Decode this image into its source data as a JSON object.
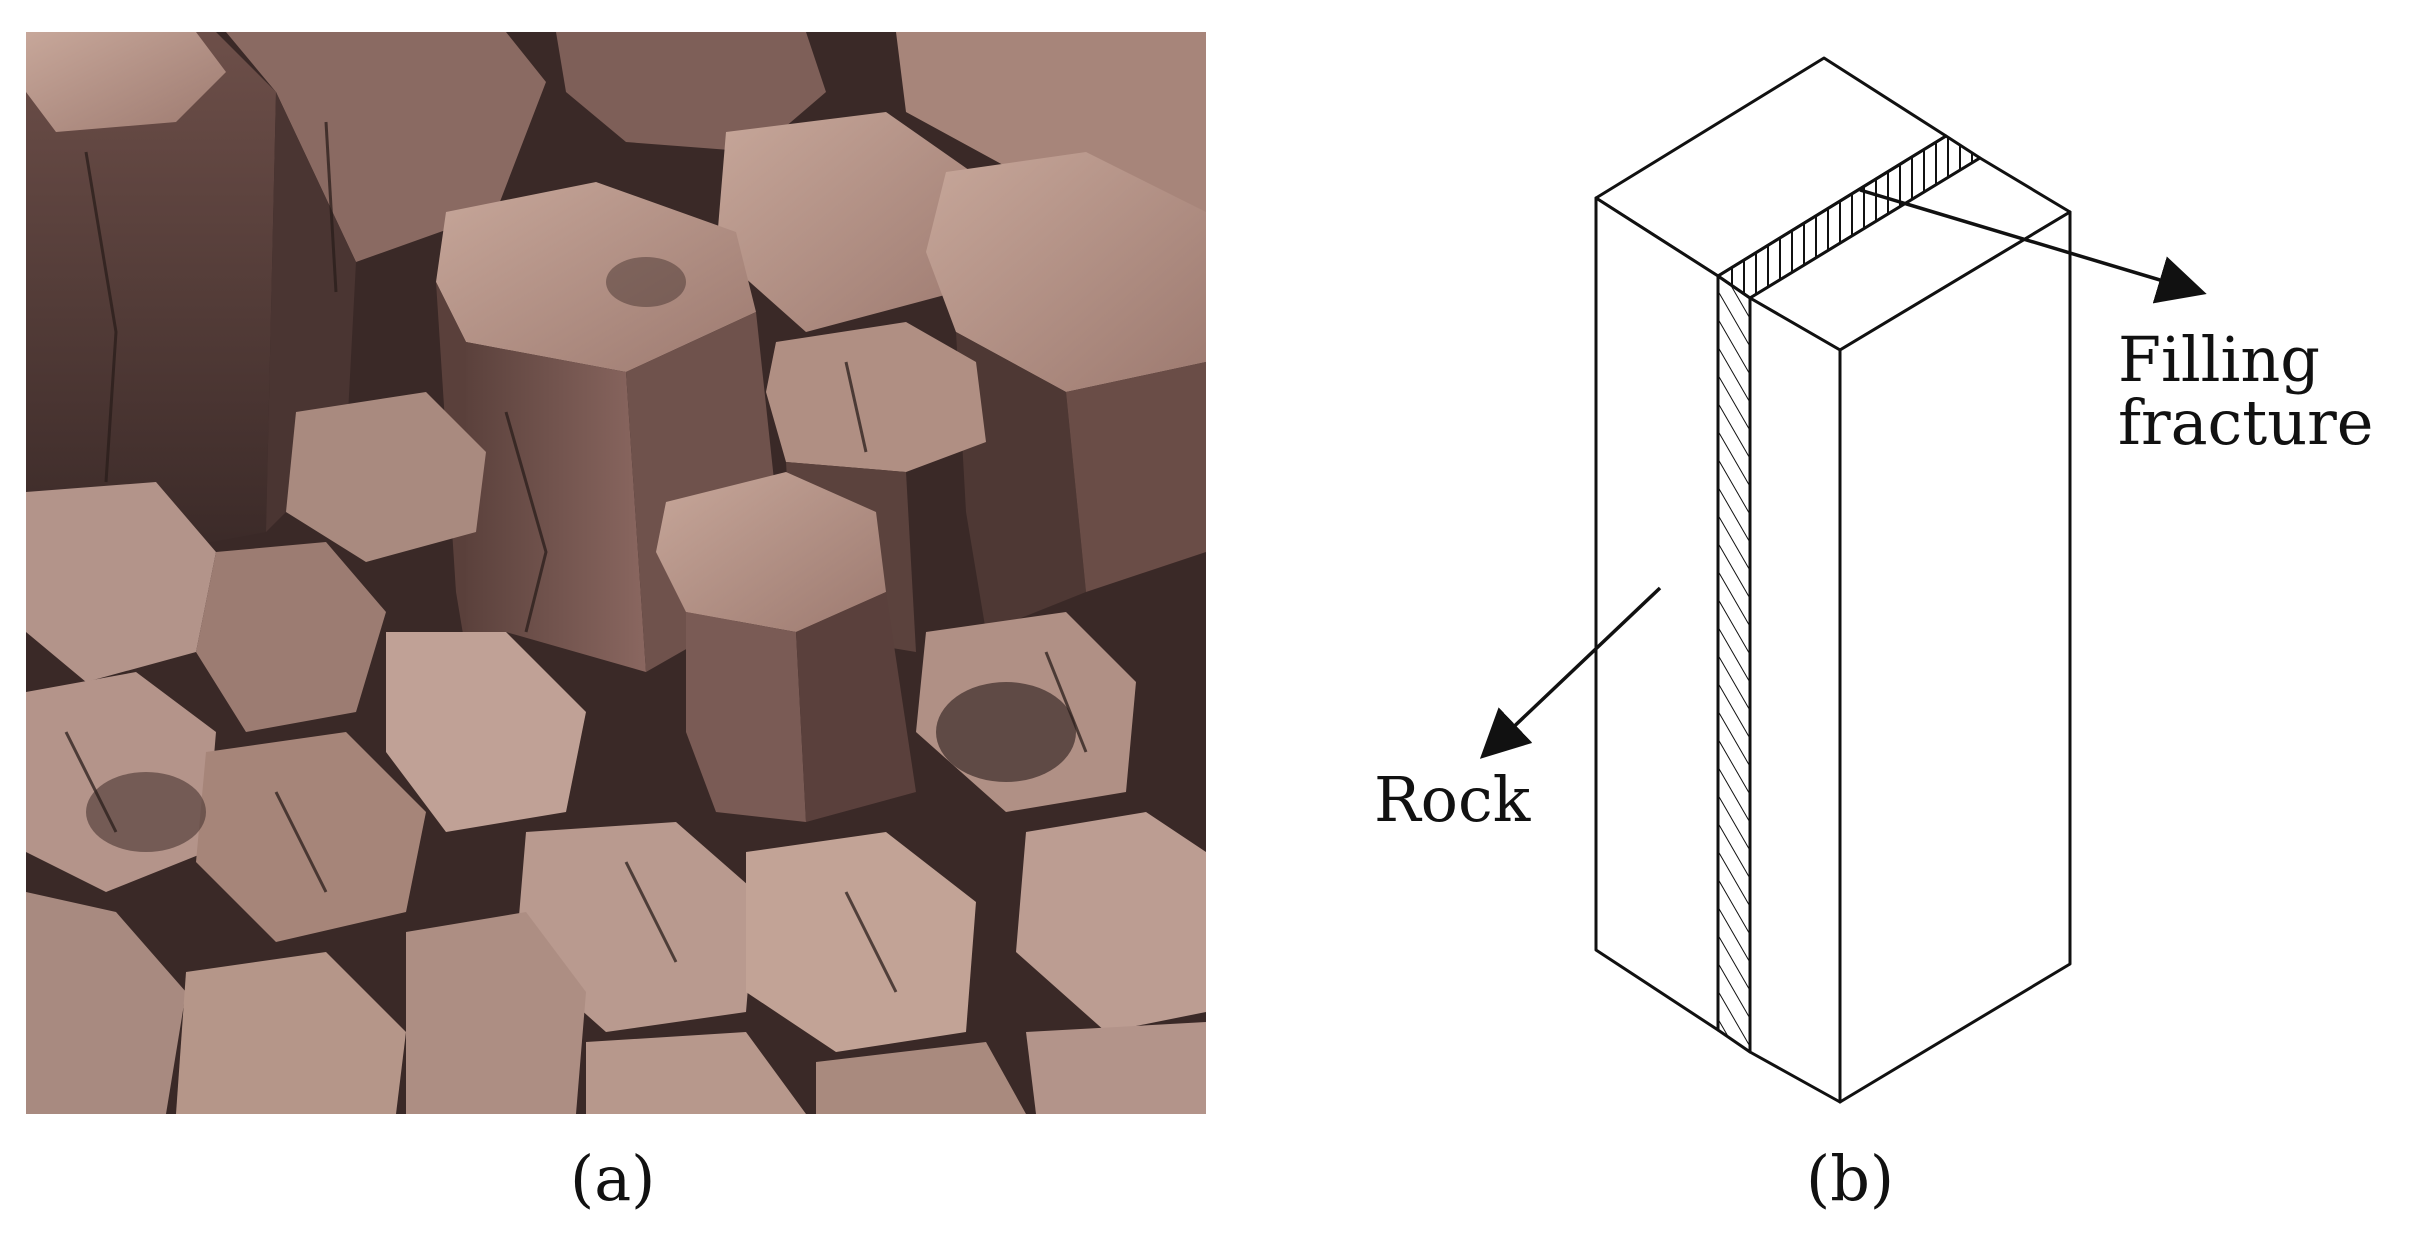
{
  "figure": {
    "panel_a": {
      "caption": "(a)",
      "palette": {
        "column_light": "#b9988c",
        "column_mid": "#8f6c63",
        "column_dark": "#3e2c2a",
        "crack": "#2a1d1b"
      }
    },
    "panel_b": {
      "caption": "(b)",
      "labels": {
        "filling_line1": "Filling",
        "filling_line2": "fracture",
        "rock": "Rock"
      },
      "stroke_color": "#111111"
    }
  }
}
